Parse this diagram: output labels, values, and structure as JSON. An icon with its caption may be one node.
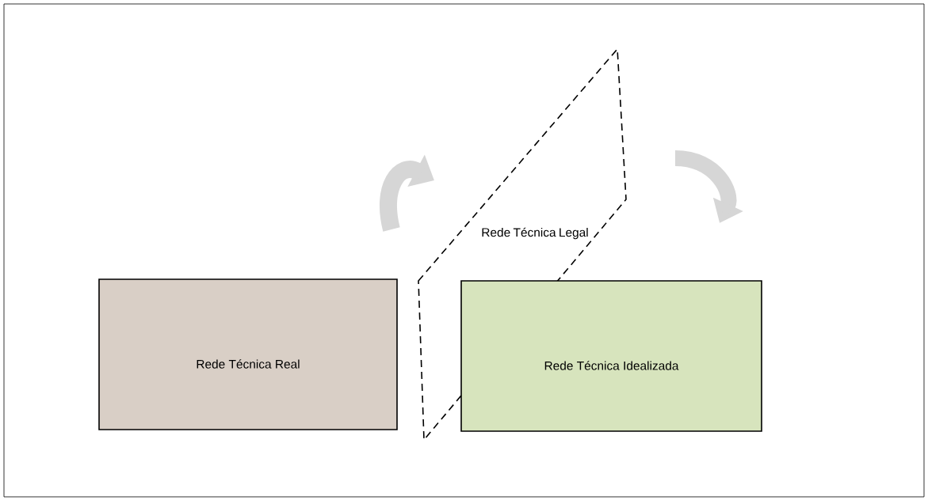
{
  "diagram": {
    "nodes": [
      {
        "text": [
          "Rede Técnica Legal"
        ]
      },
      {
        "text": [
          "Rede Técnica Real"
        ]
      },
      {
        "text": [
          "Rede Técnica Idealizada"
        ]
      }
    ],
    "edges": []
  }
}
